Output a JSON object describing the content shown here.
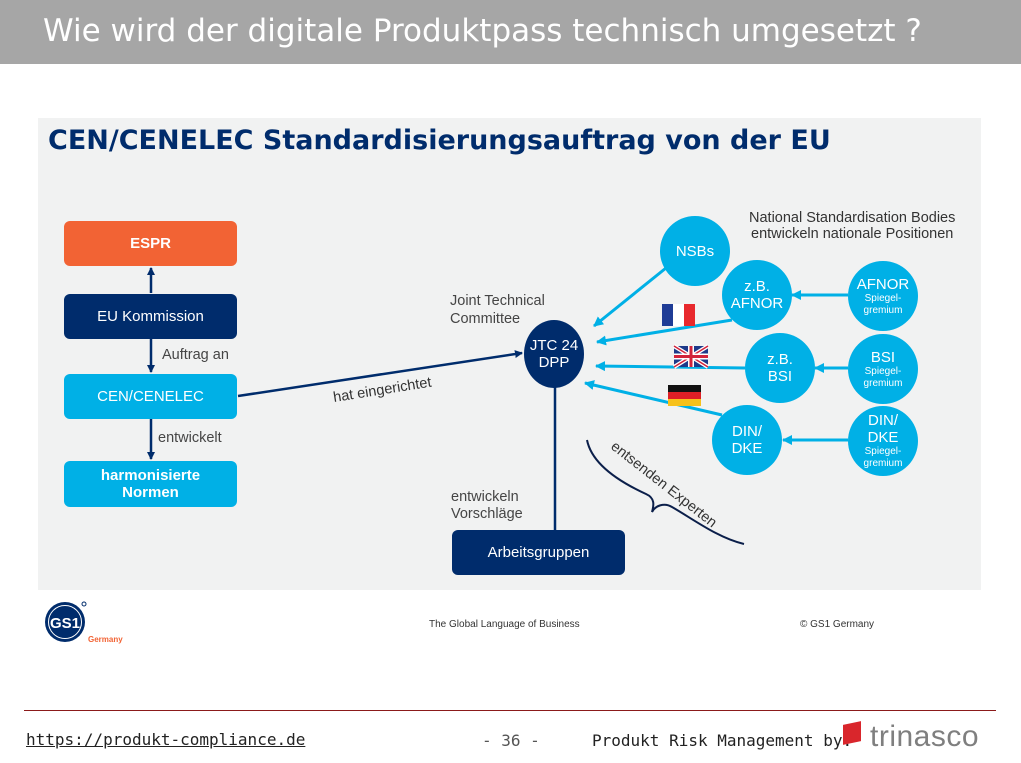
{
  "slide": {
    "title": "Wie wird der digitale Produktpass technisch umgesetzt ?"
  },
  "diagram": {
    "title": "CEN/CENELEC Standardisierungsauftrag von der EU",
    "boxes": {
      "espr": "ESPR",
      "eu_kommission": "EU Kommission",
      "cen_cenelec": "CEN/CENELEC",
      "harmonisierte_normen": "harmonisierte Normen",
      "arbeitsgruppen": "Arbeitsgruppen"
    },
    "labels": {
      "auftrag_an": "Auftrag an",
      "entwickelt": "entwickelt",
      "hat_eingerichtet": "hat eingerichtet",
      "joint_technical_committee_1": "Joint Technical",
      "joint_technical_committee_2": "Committee",
      "nsb_caption_1": "National Standardisation Bodies",
      "nsb_caption_2": "entwickeln nationale Positionen",
      "entwickeln_vorschlaege_1": "entwickeln",
      "entwickeln_vorschlaege_2": "Vorschläge",
      "entsenden_experten": "entsenden Experten"
    },
    "jtc": {
      "line1": "JTC 24",
      "line2": "DPP"
    },
    "circles": {
      "nsbs": "NSBs",
      "afnor_1": "z.B.",
      "afnor_2": "AFNOR",
      "bsi_1": "z.B.",
      "bsi_2": "BSI",
      "din_1": "DIN/",
      "din_2": "DKE",
      "mirror_afnor": "AFNOR",
      "mirror_bsi": "BSI",
      "mirror_din_1": "DIN/",
      "mirror_din_2": "DKE",
      "spiegel_1": "Spiegel-",
      "spiegel_2": "gremium"
    },
    "footer": {
      "logo_text": "GS1",
      "logo_sub": "Germany",
      "tagline": "The Global Language of Business",
      "copyright": "© GS1 Germany"
    },
    "colors": {
      "dark_blue": "#002c6c",
      "light_blue": "#00b0e6",
      "orange": "#f26334"
    }
  },
  "bottom": {
    "url": "https://produkt-compliance.de",
    "page": "- 36 -",
    "credit": "Produkt Risk Management by:",
    "brand": "trinasco"
  }
}
